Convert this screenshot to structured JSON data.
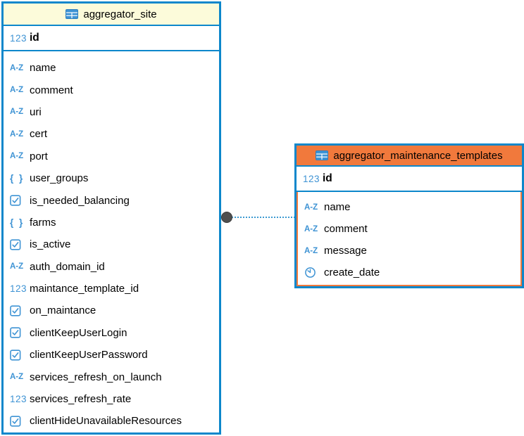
{
  "diagram": {
    "tables": [
      {
        "title": "aggregator_site",
        "state": "normal",
        "header_color_key": "header_yellow",
        "primary_key": {
          "name": "id",
          "type": "number"
        },
        "columns": [
          {
            "name": "name",
            "type": "string"
          },
          {
            "name": "comment",
            "type": "string"
          },
          {
            "name": "uri",
            "type": "string"
          },
          {
            "name": "cert",
            "type": "string"
          },
          {
            "name": "port",
            "type": "string"
          },
          {
            "name": "user_groups",
            "type": "json"
          },
          {
            "name": "is_needed_balancing",
            "type": "boolean"
          },
          {
            "name": "farms",
            "type": "json"
          },
          {
            "name": "is_active",
            "type": "boolean"
          },
          {
            "name": "auth_domain_id",
            "type": "string"
          },
          {
            "name": "maintance_template_id",
            "type": "number"
          },
          {
            "name": "on_maintance",
            "type": "boolean"
          },
          {
            "name": "clientKeepUserLogin",
            "type": "boolean"
          },
          {
            "name": "clientKeepUserPassword",
            "type": "boolean"
          },
          {
            "name": "services_refresh_on_launch",
            "type": "string"
          },
          {
            "name": "services_refresh_rate",
            "type": "number"
          },
          {
            "name": "clientHideUnavailableResources",
            "type": "boolean"
          }
        ]
      },
      {
        "title": "aggregator_maintenance_templates",
        "state": "selected",
        "header_color_key": "header_orange",
        "primary_key": {
          "name": "id",
          "type": "number"
        },
        "columns": [
          {
            "name": "name",
            "type": "string"
          },
          {
            "name": "comment",
            "type": "string"
          },
          {
            "name": "message",
            "type": "string"
          },
          {
            "name": "create_date",
            "type": "datetime"
          }
        ]
      }
    ],
    "relationship": {
      "from": "aggregator_site",
      "to": "aggregator_maintenance_templates",
      "style": "dotted-line-with-dot-anchor"
    }
  },
  "icons": {
    "number": "123",
    "string": "A-Z",
    "json": "{ }",
    "boolean": "checkbox",
    "datetime": "clock",
    "table": "table-grid"
  },
  "colors": {
    "border_blue": "#0d87cb",
    "icon_blue": "#3e93d4",
    "header_yellow": "#fcfbda",
    "header_orange": "#f1793c",
    "connector_gray": "#4f4f4f",
    "connector_blue": "#3d9ad1",
    "text_black": "#000000"
  }
}
